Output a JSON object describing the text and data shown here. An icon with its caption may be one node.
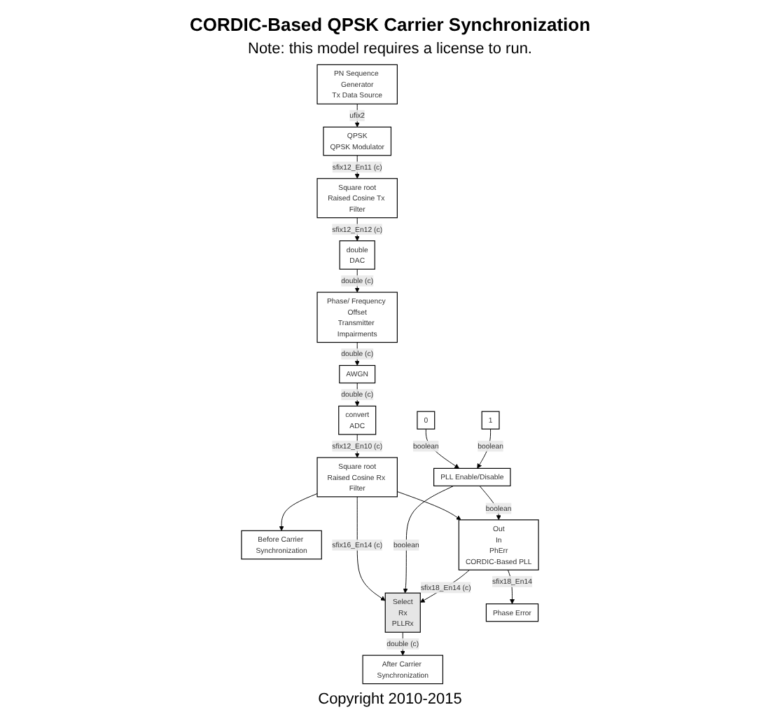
{
  "diagram": {
    "title": "CORDIC-Based QPSK Carrier Synchronization",
    "nodes": [
      {
        "text": [
          "PN Sequence Generator",
          "Tx Data Source"
        ]
      },
      {
        "text": [
          "QPSK",
          "QPSK Modulator"
        ]
      },
      {
        "text": [
          "Square root",
          "Raised Cosine Tx Filter"
        ]
      },
      {
        "text": [
          "double",
          "DAC"
        ]
      },
      {
        "text": [
          "Phase/ Frequency Offset",
          "Transmitter Impairments"
        ]
      },
      {
        "text": [
          "AWGN"
        ]
      },
      {
        "text": [
          "convert",
          "ADC"
        ]
      },
      {
        "text": [
          "Square root",
          "Raised Cosine Rx Filter"
        ]
      },
      {
        "text": [
          "Before Carrier Synchronization"
        ]
      },
      {
        "text": [
          "Out",
          "In",
          "PhErr",
          "CORDIC-Based PLL"
        ]
      },
      {
        "text": [
          "Select",
          "Rx",
          "PLLRx"
        ]
      },
      {
        "text": [
          "After Carrier Synchronization"
        ]
      },
      {
        "text": [
          "Phase Error"
        ]
      },
      {
        "text": [
          "0"
        ]
      },
      {
        "text": [
          "1"
        ]
      },
      {
        "text": [
          "PLL Enable/Disable"
        ]
      }
    ],
    "edges": [
      {
        "from": 0,
        "to": 1,
        "arrow": "to",
        "label": "ufix2"
      },
      {
        "from": 1,
        "to": 2,
        "arrow": "to",
        "label": "sfix12_En11 (c)"
      },
      {
        "from": 2,
        "to": 3,
        "arrow": "to",
        "label": "sfix12_En12 (c)"
      },
      {
        "from": 3,
        "to": 4,
        "arrow": "to",
        "label": "double (c)"
      },
      {
        "from": 4,
        "to": 5,
        "arrow": "to",
        "label": "double (c)"
      },
      {
        "from": 5,
        "to": 6,
        "arrow": "to",
        "label": "double (c)"
      },
      {
        "from": 6,
        "to": 7,
        "arrow": "to",
        "label": "sfix12_En10 (c)"
      },
      {
        "from": 7,
        "to": 10,
        "arrow": "to",
        "label": "sfix16_En14 (c)"
      },
      {
        "from": 7,
        "to": 8,
        "arrow": "to"
      },
      {
        "from": 7,
        "to": 9,
        "arrow": "to"
      },
      {
        "from": 13,
        "to": 15,
        "arrow": "to",
        "label": "boolean"
      },
      {
        "from": 14,
        "to": 15,
        "arrow": "to",
        "label": "boolean"
      },
      {
        "from": 15,
        "to": 10,
        "arrow": "to",
        "label": "boolean"
      },
      {
        "from": 15,
        "to": 9,
        "arrow": "to",
        "label": "boolean"
      },
      {
        "from": 10,
        "to": 11,
        "arrow": "to",
        "label": "double (c)"
      },
      {
        "from": 9,
        "to": 10,
        "arrow": "to",
        "label": "sfix18_En14 (c)"
      },
      {
        "from": 9,
        "to": 12,
        "arrow": "to",
        "label": "sfix18_En14"
      }
    ],
    "labels": [
      "Note: this model requires a license to run.",
      "Copyright 2010-2015"
    ]
  }
}
